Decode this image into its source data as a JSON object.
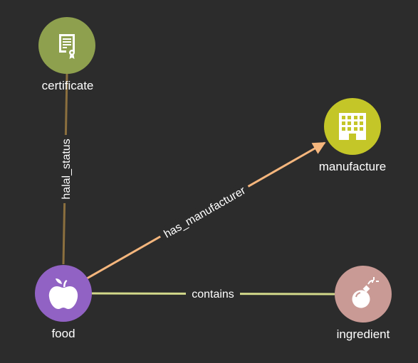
{
  "graph": {
    "nodes": [
      {
        "id": "certificate",
        "label": "certificate",
        "icon": "certificate-icon",
        "color": "#8ea04e"
      },
      {
        "id": "manufacture",
        "label": "manufacture",
        "icon": "building-icon",
        "color": "#c4c628"
      },
      {
        "id": "food",
        "label": "food",
        "icon": "apple-icon",
        "color": "#9162c4"
      },
      {
        "id": "ingredient",
        "label": "ingredient",
        "icon": "bomb-icon",
        "color": "#c99a95"
      }
    ],
    "edges": [
      {
        "id": "halal_status",
        "label": "halal_status",
        "source": "food",
        "target": "certificate",
        "color": "#8b6f3e",
        "directed": false
      },
      {
        "id": "has_manufacturer",
        "label": "has_manufacturer",
        "source": "food",
        "target": "manufacture",
        "color": "#f5b67d",
        "directed": true
      },
      {
        "id": "contains",
        "label": "contains",
        "source": "food",
        "target": "ingredient",
        "color": "#d2d88a",
        "directed": false
      }
    ]
  }
}
